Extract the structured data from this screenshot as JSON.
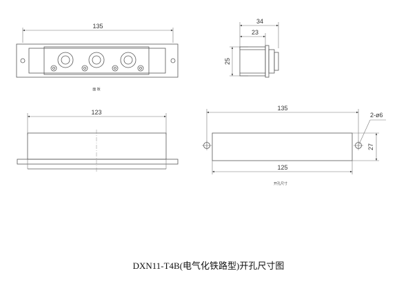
{
  "dimensions": {
    "front_width": "135",
    "side_depth_total": "34",
    "side_depth_body": "23",
    "side_height": "25",
    "top_width_inner": "123",
    "cutout_width_outer": "135",
    "cutout_width_inner": "125",
    "cutout_height": "27",
    "cutout_holes": "2-ø6"
  },
  "labels": {
    "front_view_note": "面  板",
    "cutout_note": "开孔尺寸"
  },
  "caption": "DXN11-T4B(电气化铁路型)开孔尺寸图"
}
